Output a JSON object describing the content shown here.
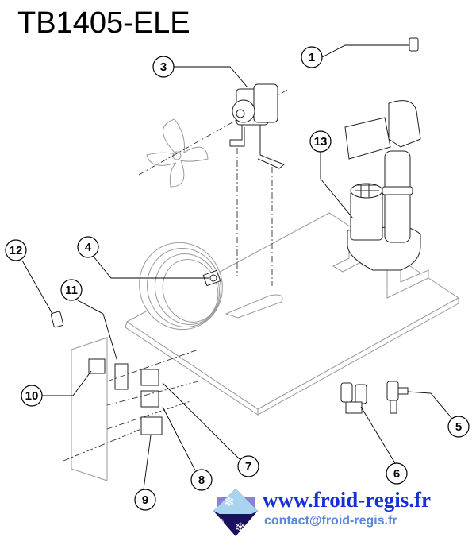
{
  "title": "TB1405-ELE",
  "callouts": [
    "1",
    "3",
    "4",
    "5",
    "6",
    "7",
    "8",
    "9",
    "10",
    "11",
    "12",
    "13"
  ],
  "footer": {
    "website": "www.froid-regis.fr",
    "email": "contact@froid-regis.fr",
    "logo_icon": "snowflake-house-logo"
  },
  "colors": {
    "website": "#1530d8",
    "email": "#5a86e0",
    "logo_dark": "#1a1060",
    "logo_light": "#a8d4ee"
  }
}
